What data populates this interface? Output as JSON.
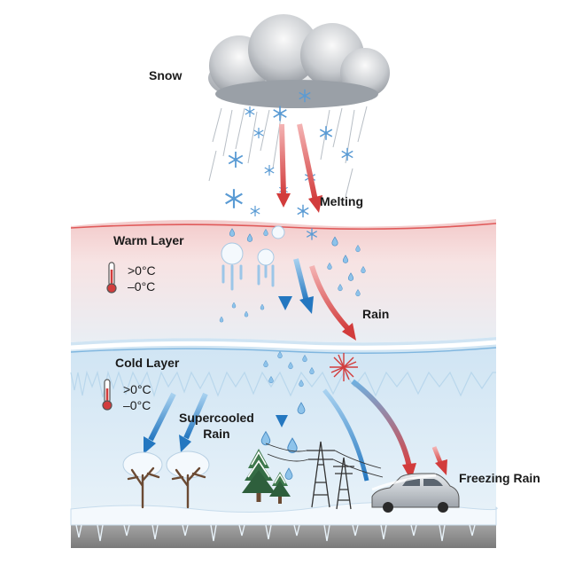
{
  "labels": {
    "snow": "Snow",
    "melting": "Melting",
    "warm_layer": "Warm Layer",
    "rain": "Rain",
    "cold_layer": "Cold Layer",
    "supercooled_line1": "Supercooled",
    "supercooled_line2": "Rain",
    "freezing_rain": "Freezing Rain"
  },
  "warm_temps": {
    "above": ">0°C",
    "below": "–0°C"
  },
  "cold_temps": {
    "above": ">0°C",
    "below": "–0°C"
  },
  "colors": {
    "warm_band": "#f6dada",
    "warm_line": "#e05a5a",
    "cold_band": "#dcecf7",
    "warm_arrow": "#d94a4a",
    "cold_arrow": "#2f86c9",
    "ground": "#8d8d8d",
    "snow": "#f7fbff"
  },
  "icons": [
    "cloud-icon",
    "snowflake-icon",
    "thermometer-icon",
    "tree-icon",
    "pine-tree-icon",
    "power-tower-icon",
    "car-icon",
    "spark-icon"
  ]
}
